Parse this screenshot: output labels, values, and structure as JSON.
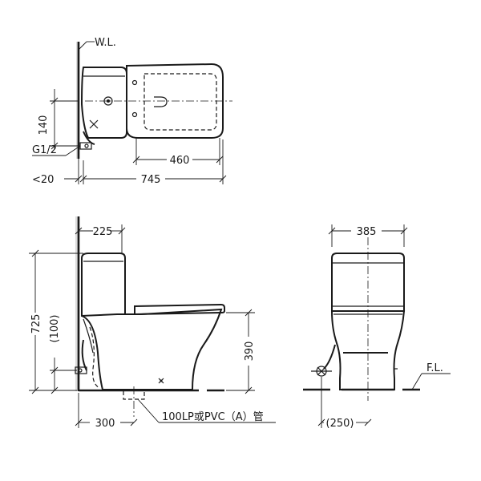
{
  "labels": {
    "wl": "W.L.",
    "fl": "F.L.",
    "g12": "G1/2",
    "dim_140": "140",
    "dim_460": "460",
    "dim_lt20": "<20",
    "dim_745": "745",
    "dim_225": "225",
    "dim_725": "725",
    "dim_100": "(100)",
    "dim_390": "390",
    "dim_300": "300",
    "drain_note": "100LP或PVC（A）管",
    "dim_385": "385",
    "dim_250": "(250)"
  }
}
